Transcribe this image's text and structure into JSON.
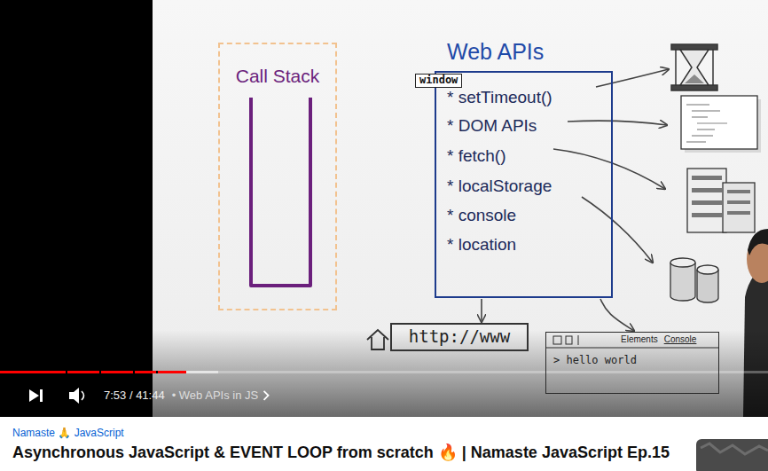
{
  "diagram": {
    "title": "Asynchronous JavaScript & EVENT LOOP from scratch 🔥 | Namaste JavaScript Ep.15",
    "nodes": [
      {
        "text": [
          "Call Stack"
        ]
      },
      {
        "text": [
          "Web APIs",
          "* setTimeout()",
          "* DOM APIs",
          "* fetch()",
          "* localStorage",
          "* console",
          "* location"
        ]
      },
      {
        "text": [
          "window"
        ],
        "in": 1
      },
      {
        "text": [
          "http://www"
        ]
      },
      {
        "text": [
          "Elements",
          "Console",
          "> hello world"
        ]
      }
    ],
    "edges": [
      {
        "from": 1,
        "to": 3,
        "arrow": "to"
      },
      {
        "from": 1,
        "to": 4,
        "arrow": "to"
      }
    ],
    "labels": [
      "7:53 / 41:44",
      "• Web APIs in JS",
      "Namaste 🙏 JavaScript"
    ]
  }
}
